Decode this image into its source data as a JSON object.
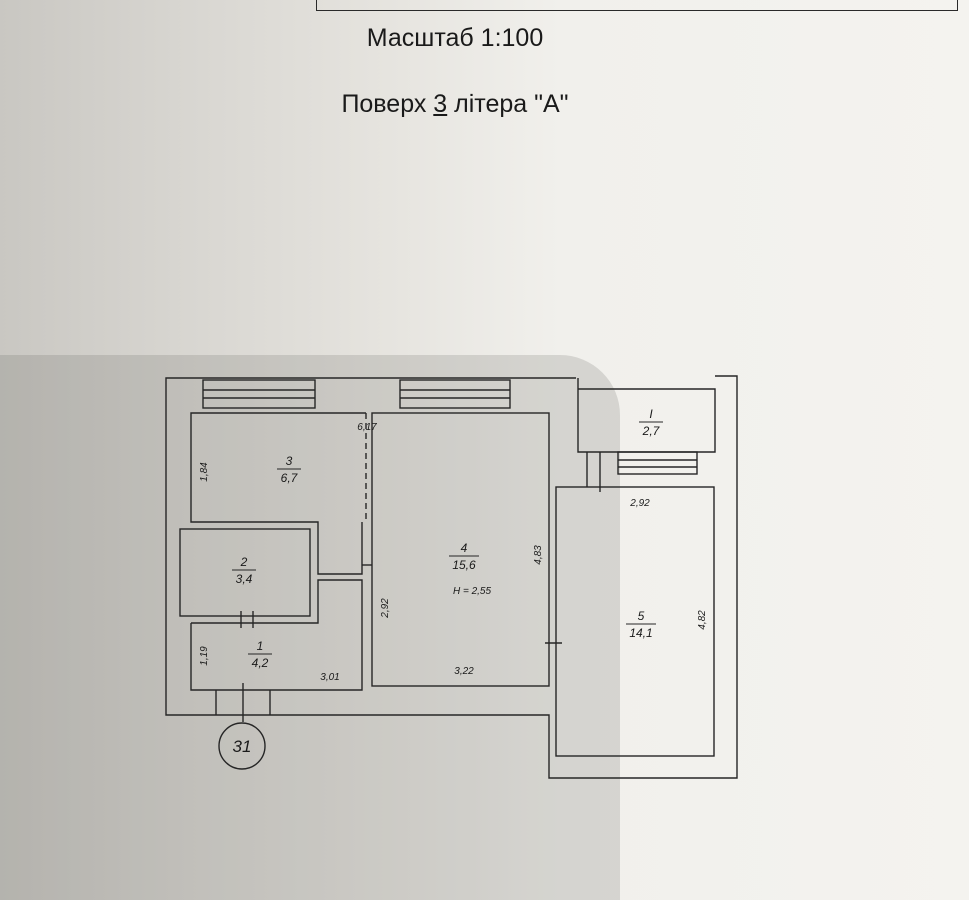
{
  "header": {
    "scale_label": "Масштаб 1:100",
    "floor_prefix": "Поверх ",
    "floor_number": "3",
    "floor_suffix": " літера \"А\""
  },
  "plan": {
    "rooms": [
      {
        "id": "1",
        "number": "1",
        "area": "4,2"
      },
      {
        "id": "2",
        "number": "2",
        "area": "3,4"
      },
      {
        "id": "3",
        "number": "3",
        "area": "6,7"
      },
      {
        "id": "4",
        "number": "4",
        "area": "15,6",
        "height": "H = 2,55"
      },
      {
        "id": "5",
        "number": "5",
        "area": "14,1"
      },
      {
        "id": "I",
        "number": "I",
        "area": "2,7"
      }
    ],
    "dimensions": {
      "width_top": "6,17",
      "room3_height": "1,84",
      "room1_height": "1,19",
      "room1_width": "3,01",
      "room4_height_left": "2,92",
      "room4_height_right": "4,83",
      "room4_width": "3,22",
      "room5_width": "2,92",
      "room5_height": "4,82"
    },
    "entrance_marker": "31"
  }
}
